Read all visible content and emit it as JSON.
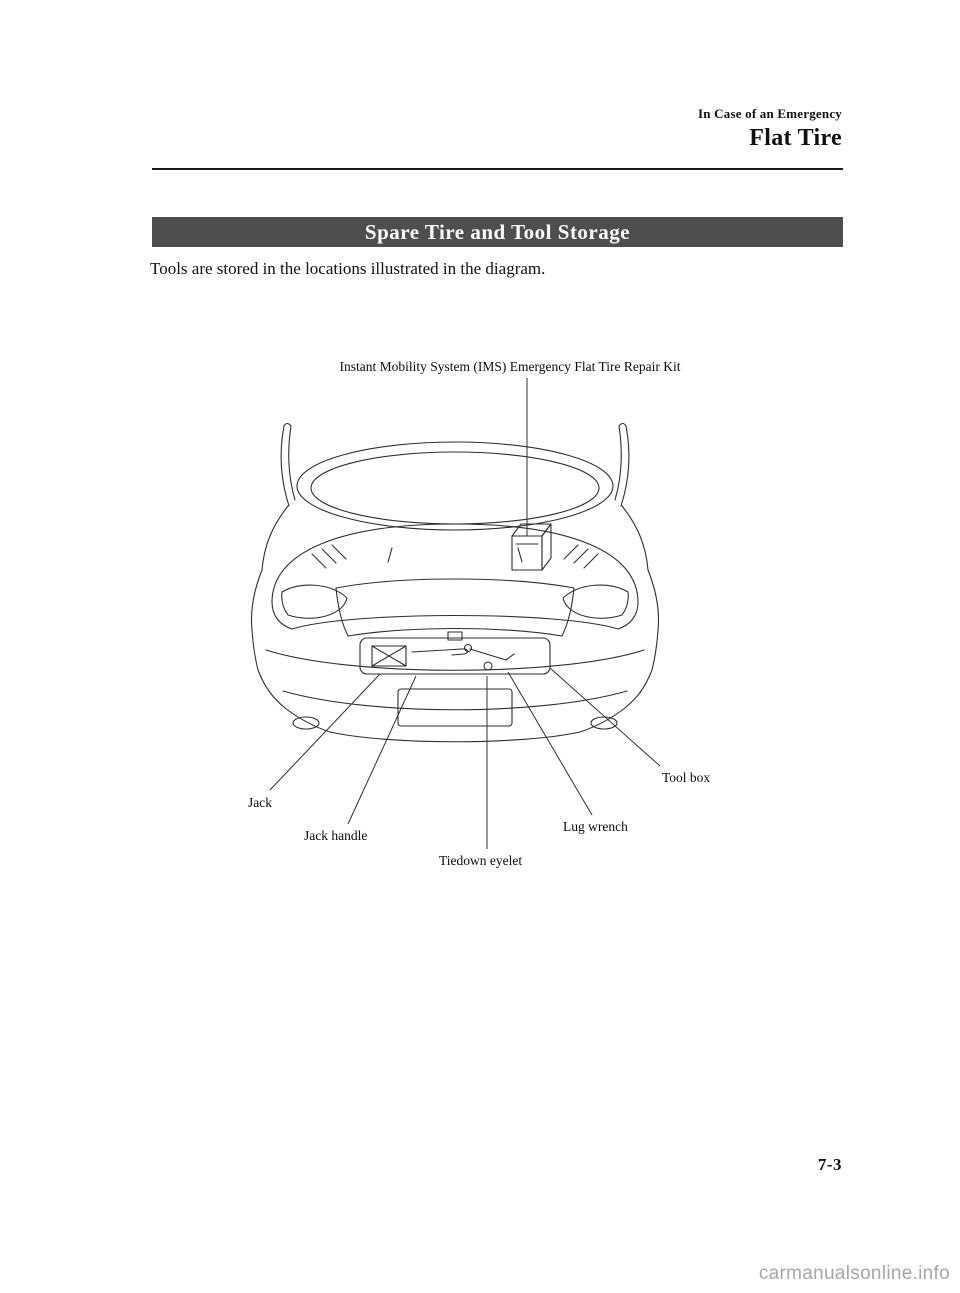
{
  "header": {
    "eyebrow": "In Case of an Emergency",
    "title": "Flat Tire"
  },
  "section": {
    "banner_title": "Spare Tire and Tool Storage",
    "intro_text": "Tools are stored in the locations illustrated in the diagram."
  },
  "diagram": {
    "labels": {
      "ims_kit": "Instant Mobility System (IMS) Emergency Flat Tire Repair Kit",
      "tool_box": "Tool box",
      "jack": "Jack",
      "jack_handle": "Jack handle",
      "lug_wrench": "Lug wrench",
      "tiedown_eyelet": "Tiedown eyelet"
    }
  },
  "footer": {
    "page_number": "7-3",
    "watermark": "carmanualsonline.info"
  },
  "colors": {
    "banner_bg": "#4e4e4e",
    "banner_text": "#ffffff",
    "line_art": "#2e2e2e",
    "watermark_text": "#a6a6a6"
  }
}
